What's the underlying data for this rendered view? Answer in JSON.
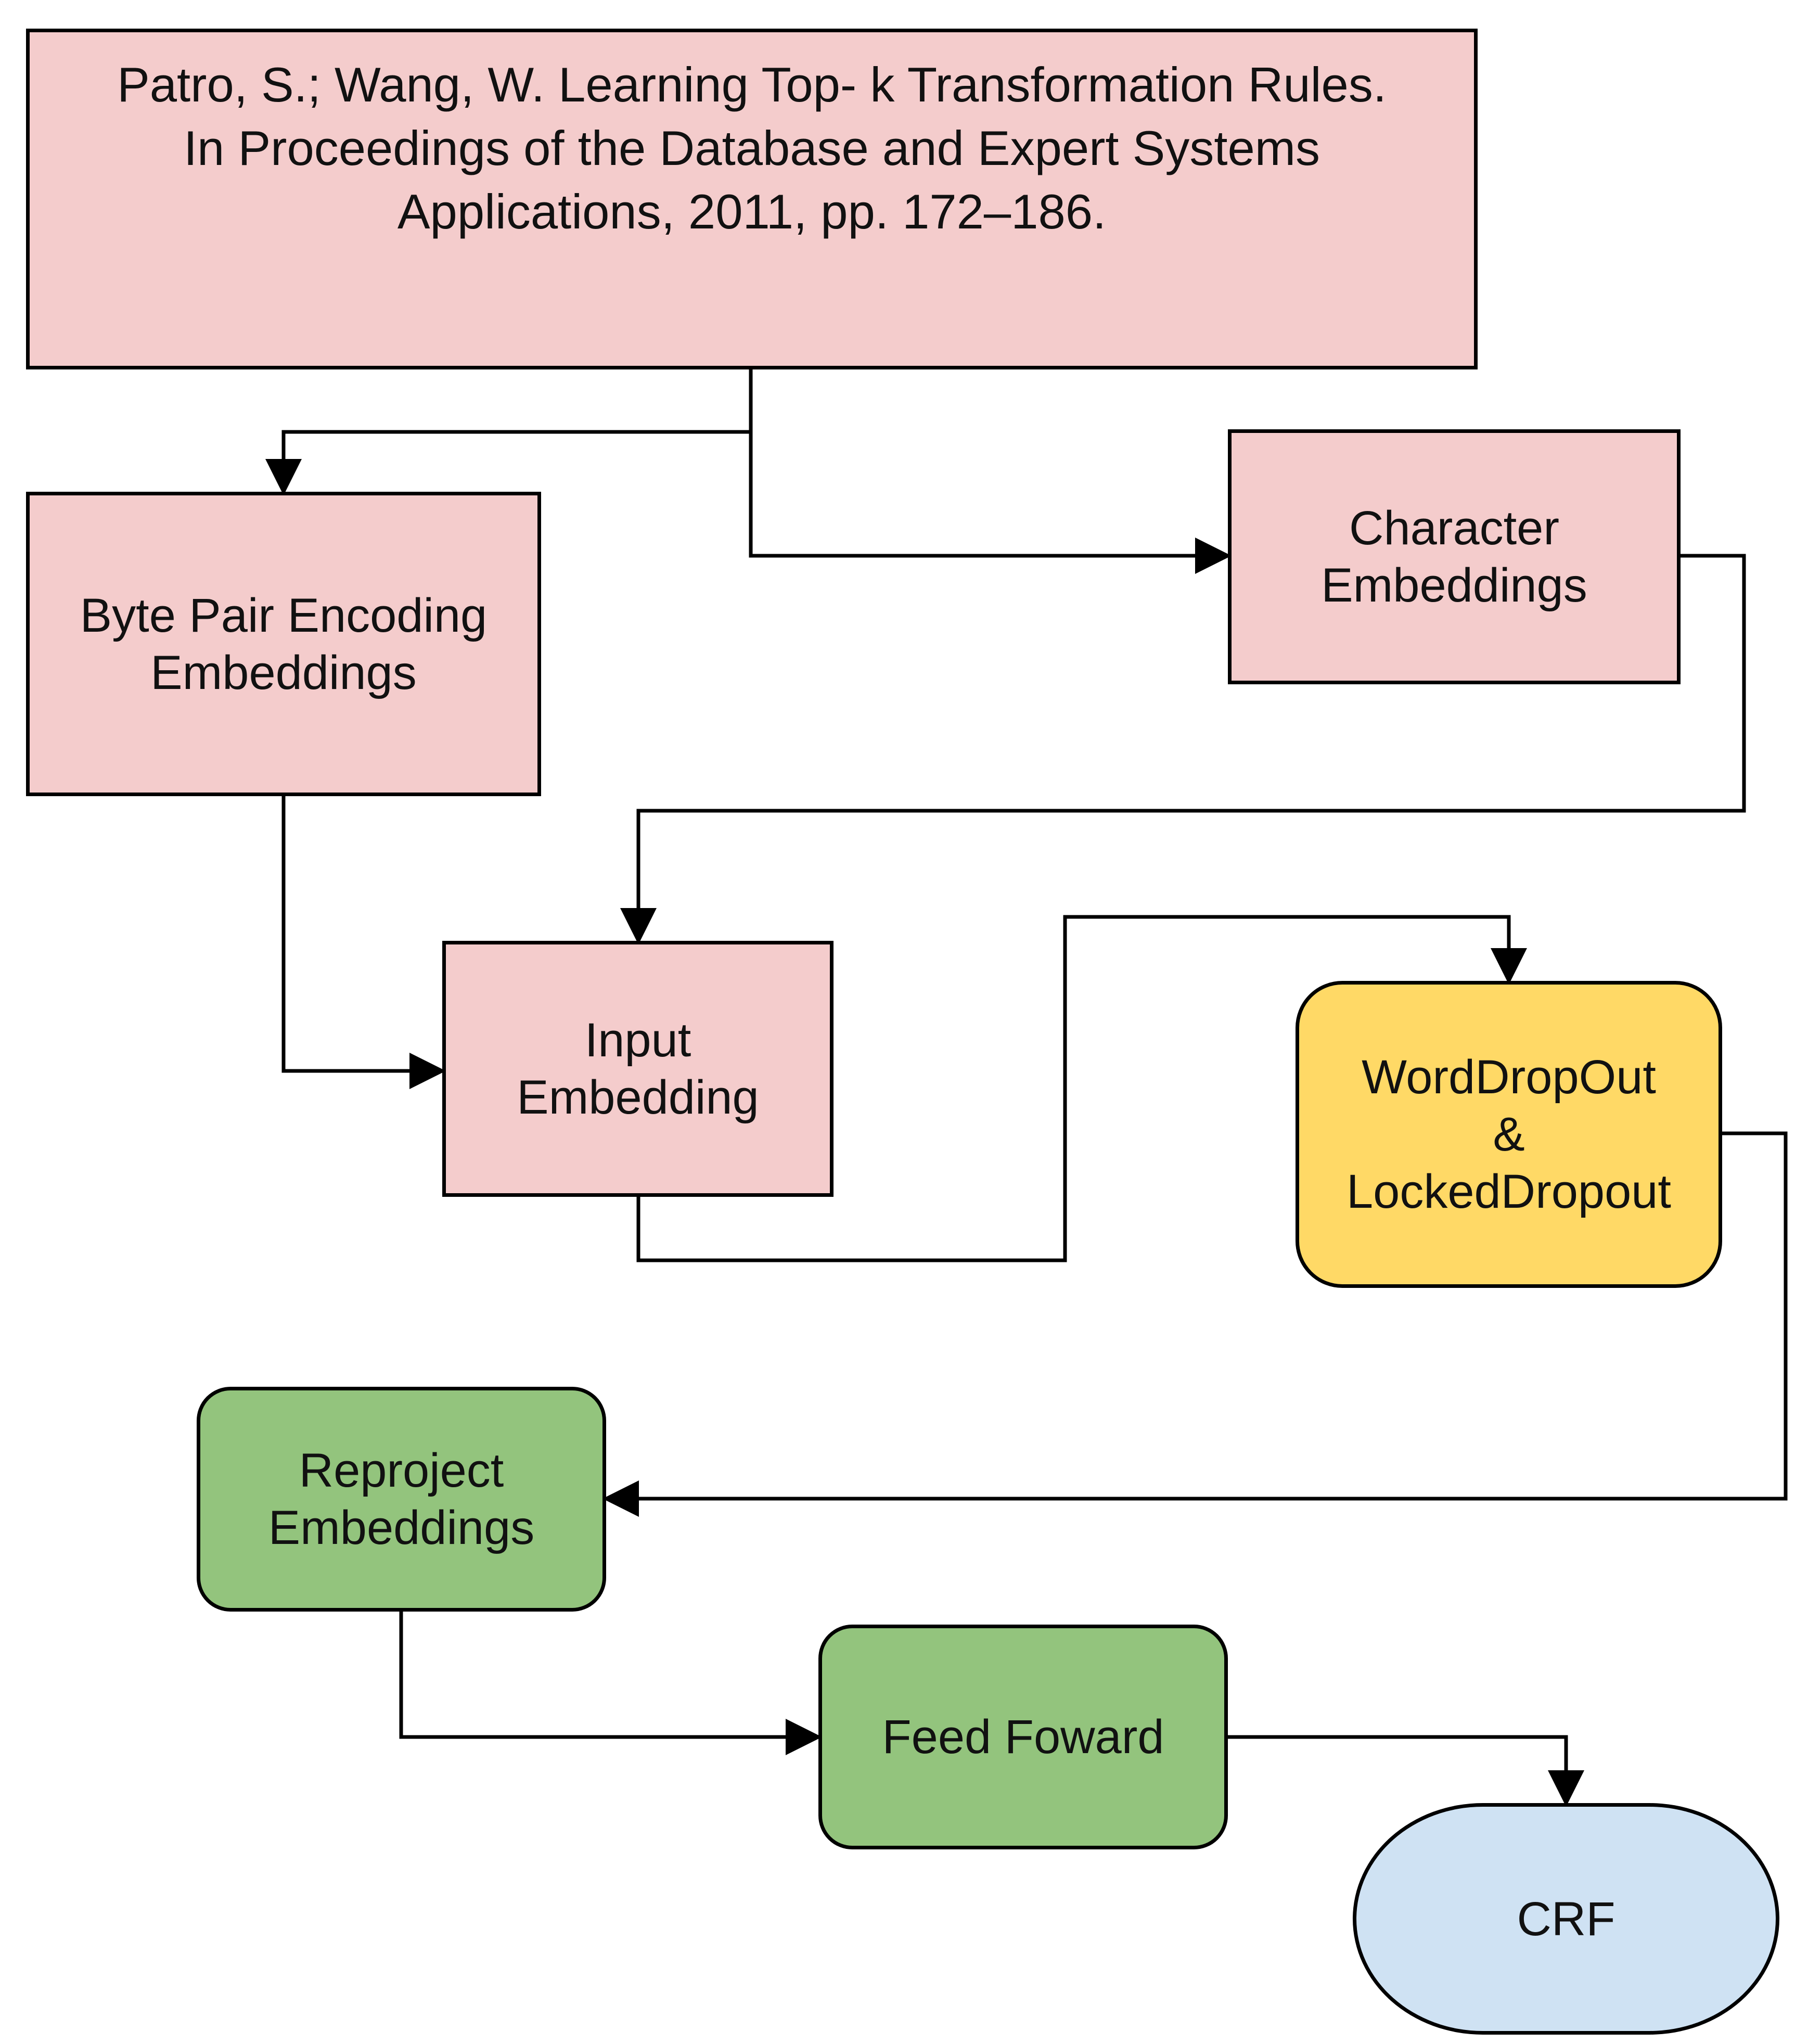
{
  "diagram": {
    "nodes": {
      "source": {
        "lines": [
          "Patro, S.; Wang, W. Learning Top- k Transformation Rules.",
          "In Proceedings of the Database and Expert Systems",
          "Applications, 2011, pp. 172–186."
        ],
        "color": "#f4cccc"
      },
      "bpe": {
        "lines": [
          "Byte Pair Encoding",
          "Embeddings"
        ],
        "color": "#f4cccc"
      },
      "char": {
        "lines": [
          "Character",
          "Embeddings"
        ],
        "color": "#f4cccc"
      },
      "input": {
        "lines": [
          "Input",
          "Embedding"
        ],
        "color": "#f4cccc"
      },
      "dropout": {
        "lines": [
          "WordDropOut",
          "&",
          "LockedDropout"
        ],
        "color": "#ffd966"
      },
      "reproject": {
        "lines": [
          "Reproject",
          "Embeddings"
        ],
        "color": "#93c47d"
      },
      "ff": {
        "lines": [
          "Feed Foward"
        ],
        "color": "#93c47d"
      },
      "crf": {
        "lines": [
          "CRF"
        ],
        "color": "#cfe2f3"
      }
    },
    "edges": [
      {
        "from": "source",
        "to": "bpe"
      },
      {
        "from": "source",
        "to": "char"
      },
      {
        "from": "char",
        "to": "input"
      },
      {
        "from": "bpe",
        "to": "input"
      },
      {
        "from": "input",
        "to": "dropout"
      },
      {
        "from": "dropout",
        "to": "reproject"
      },
      {
        "from": "reproject",
        "to": "ff"
      },
      {
        "from": "ff",
        "to": "crf"
      }
    ]
  }
}
